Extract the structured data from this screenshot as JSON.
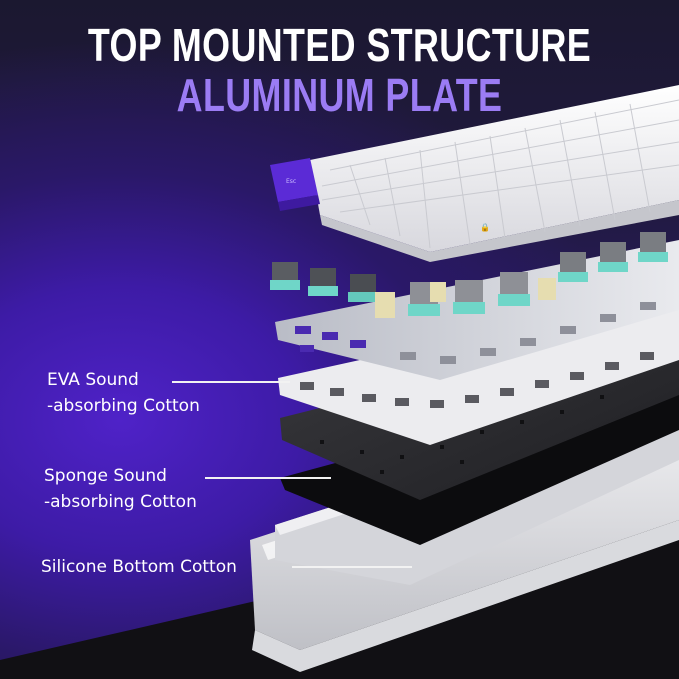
{
  "header": {
    "line1": "TOP MOUNTED STRUCTURE",
    "line2": "ALUMINUM PLATE"
  },
  "colors": {
    "title_primary": "#ffffff",
    "title_accent": "#9b7cf4",
    "background_purple": "#4f22c8",
    "background_dark": "#1a1628",
    "esc_key": "#5b2bd6",
    "switch_base": "#6fd6c8",
    "tactile_switch": "#e6ddb0"
  },
  "callouts": [
    {
      "line1": "EVA Sound",
      "line2": "-absorbing Cotton"
    },
    {
      "line1": "Sponge Sound",
      "line2": "-absorbing Cotton"
    },
    {
      "line1": "Silicone Bottom Cotton"
    }
  ],
  "keycaps": {
    "esc_label": "Esc"
  },
  "layers": [
    "keycaps",
    "switches",
    "aluminum-plate",
    "eva-sound-absorbing-cotton",
    "pcb",
    "sponge-sound-absorbing-cotton",
    "silicone-bottom-cotton",
    "bottom-case"
  ]
}
